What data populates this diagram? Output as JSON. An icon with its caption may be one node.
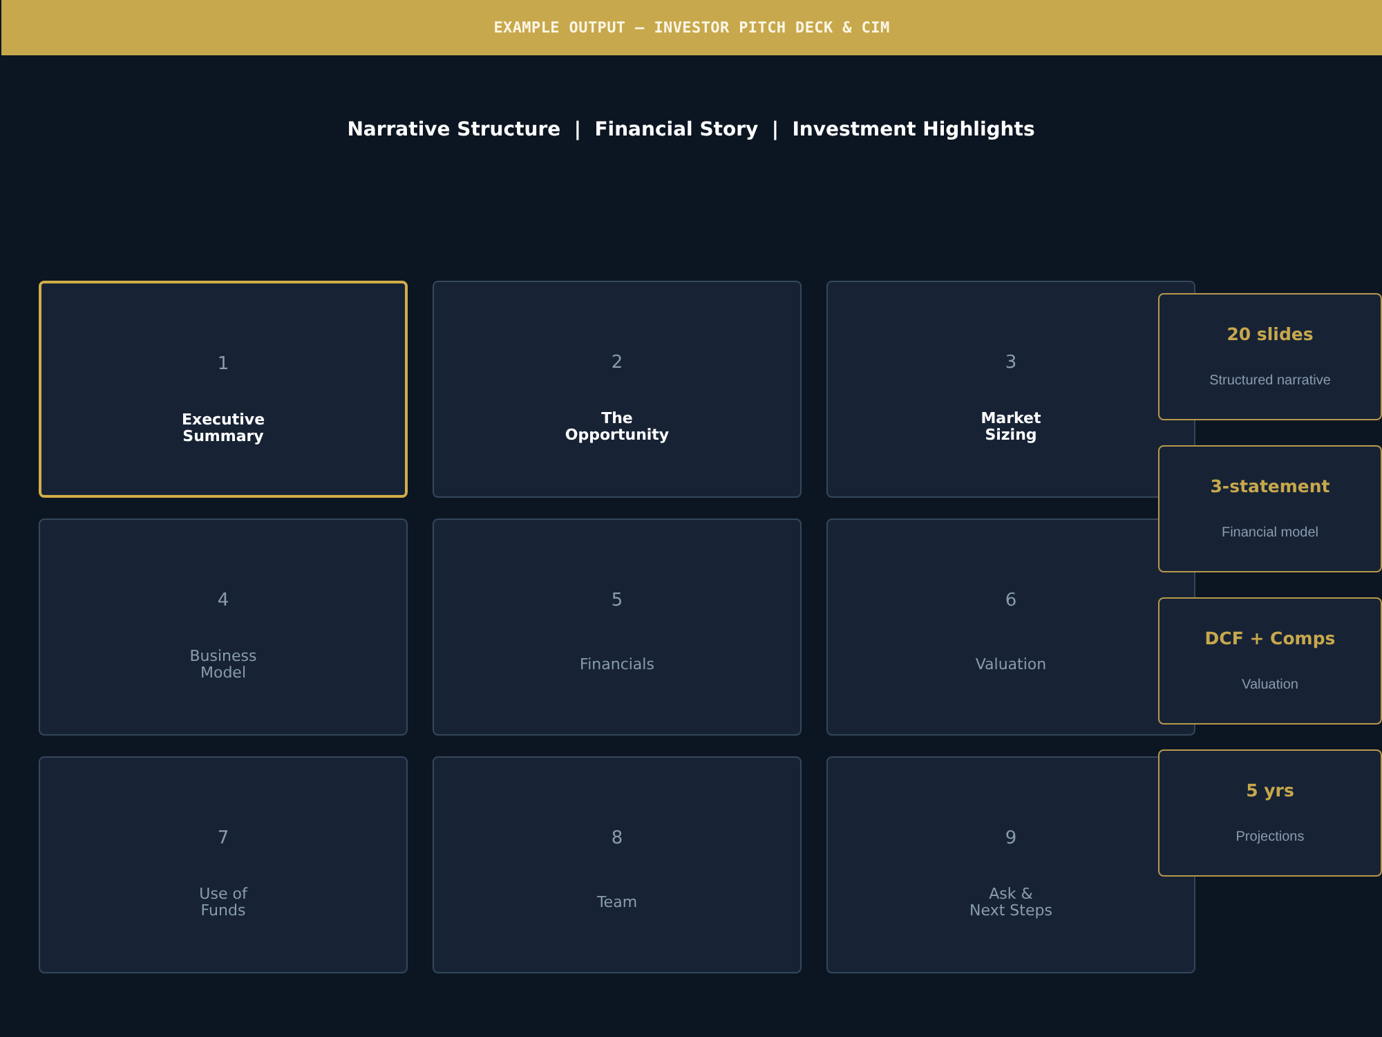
{
  "diagram": {
    "title": "EXAMPLE OUTPUT — INVESTOR PITCH DECK & CIM",
    "nodes": [
      {
        "text": [
          "1",
          "Executive Summary"
        ]
      },
      {
        "text": [
          "2",
          "The Opportunity"
        ]
      },
      {
        "text": [
          "3",
          "Market Sizing"
        ]
      },
      {
        "text": [
          "4",
          "Business Model"
        ]
      },
      {
        "text": [
          "5",
          "Financials"
        ]
      },
      {
        "text": [
          "6",
          "Valuation"
        ]
      },
      {
        "text": [
          "7",
          "Use of Funds"
        ]
      },
      {
        "text": [
          "8",
          "Team"
        ]
      },
      {
        "text": [
          "9",
          "Ask & Next Steps"
        ]
      },
      {
        "text": [
          "20 slides",
          "Structured narrative"
        ]
      },
      {
        "text": [
          "3-statement",
          "Financial model"
        ]
      },
      {
        "text": [
          "DCF + Comps",
          "Valuation"
        ]
      },
      {
        "text": [
          "5 yrs",
          "Projections"
        ]
      }
    ],
    "labels": [
      "Narrative Structure  |  Financial Story  |  Investment Highlights"
    ]
  }
}
